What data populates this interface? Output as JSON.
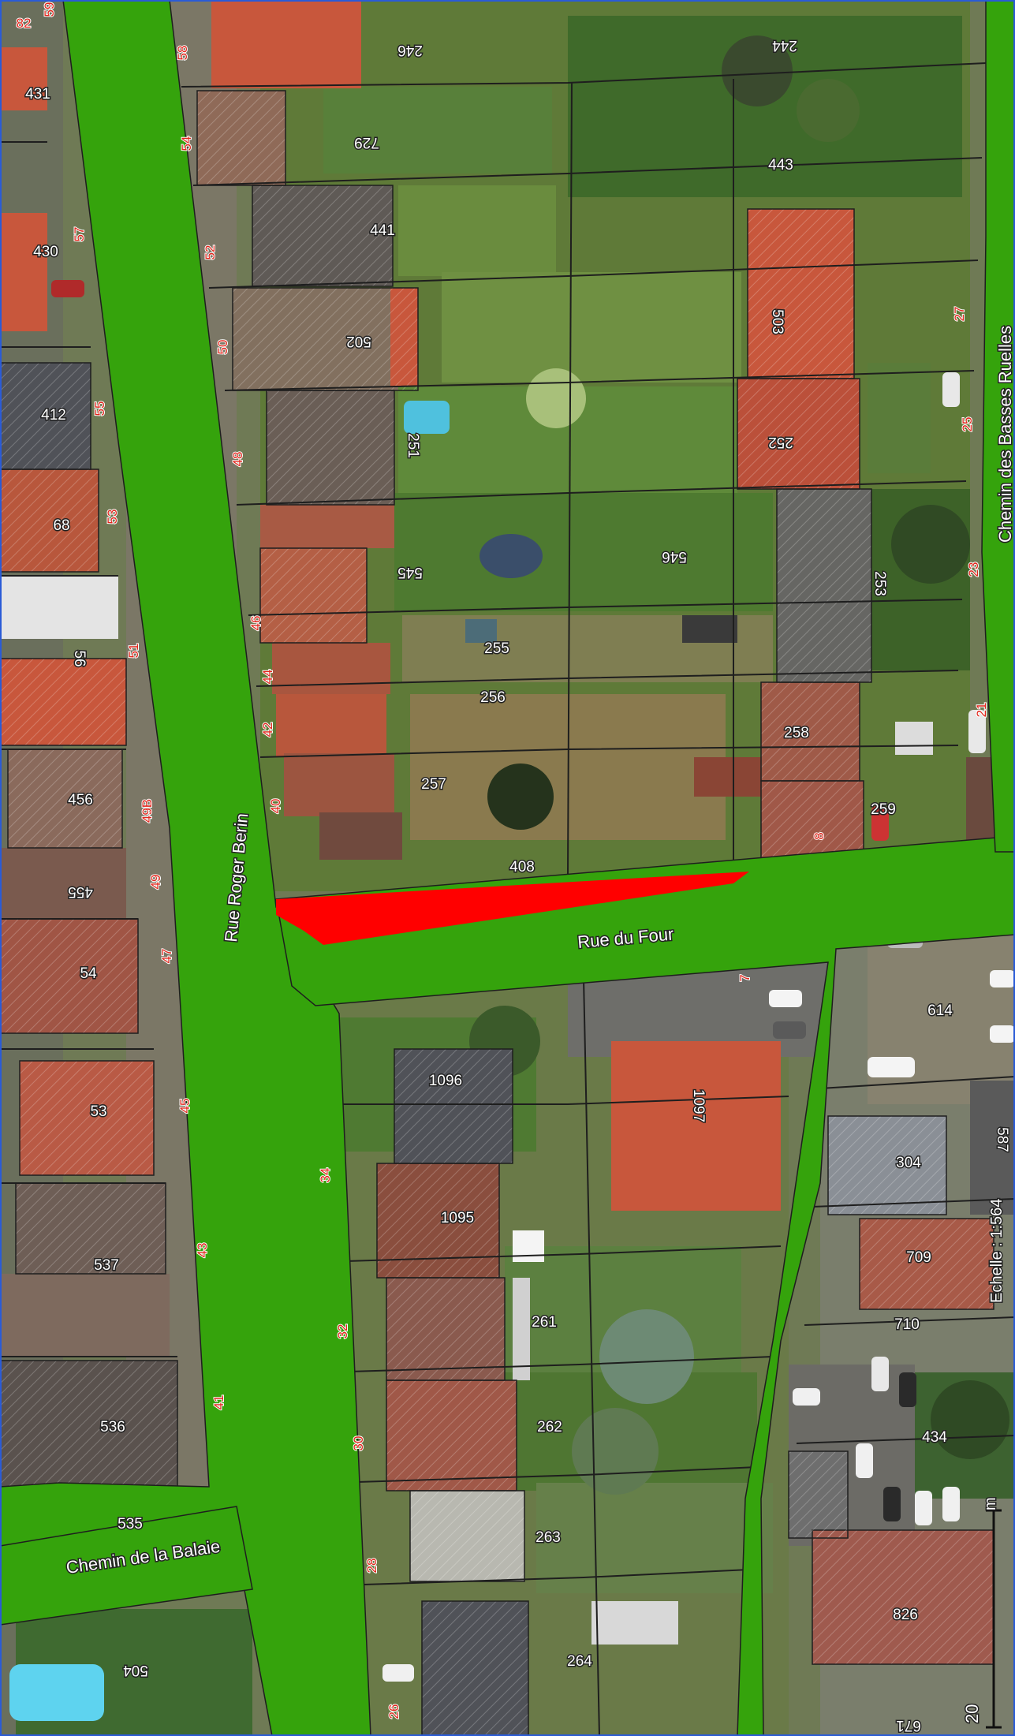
{
  "map": {
    "colors": {
      "road": "#35a30c",
      "highlight": "#ff0000",
      "parcel_line": "#1e1e1e",
      "number_red": "#e1261c",
      "label_text": "#ffffff",
      "label_halo": "#222222",
      "roof_red": "#c8573c",
      "roof_grey": "#5f5f5f",
      "garden": "#557a32",
      "frame": "#2a5bd7"
    },
    "streets": {
      "roger_berin": "Rue Roger Berin",
      "four": "Rue du Four",
      "basses_ruelles": "Chemin des Basses Ruelles",
      "balaie": "Chemin de la Balaie"
    },
    "parcels": [
      "246",
      "244",
      "729",
      "443",
      "441",
      "503",
      "502",
      "252",
      "251",
      "546",
      "545",
      "253",
      "255",
      "256",
      "258",
      "257",
      "259",
      "408",
      "431",
      "430",
      "412",
      "68",
      "56",
      "456",
      "455",
      "54",
      "53",
      "537",
      "536",
      "535",
      "504",
      "1096",
      "1097",
      "614",
      "1095",
      "304",
      "587",
      "709",
      "710",
      "261",
      "262",
      "434",
      "263",
      "826",
      "264",
      "671"
    ],
    "house_numbers": [
      "58",
      "54",
      "52",
      "50",
      "48",
      "46",
      "44",
      "42",
      "40",
      "27",
      "25",
      "23",
      "21",
      "8",
      "7",
      "59",
      "57",
      "55",
      "53",
      "51",
      "49B",
      "49",
      "47",
      "45",
      "43",
      "41",
      "34",
      "32",
      "30",
      "28",
      "26",
      "82"
    ],
    "scale": {
      "caption": "Echelle : 1:564",
      "value": "20",
      "unit": "m"
    }
  }
}
